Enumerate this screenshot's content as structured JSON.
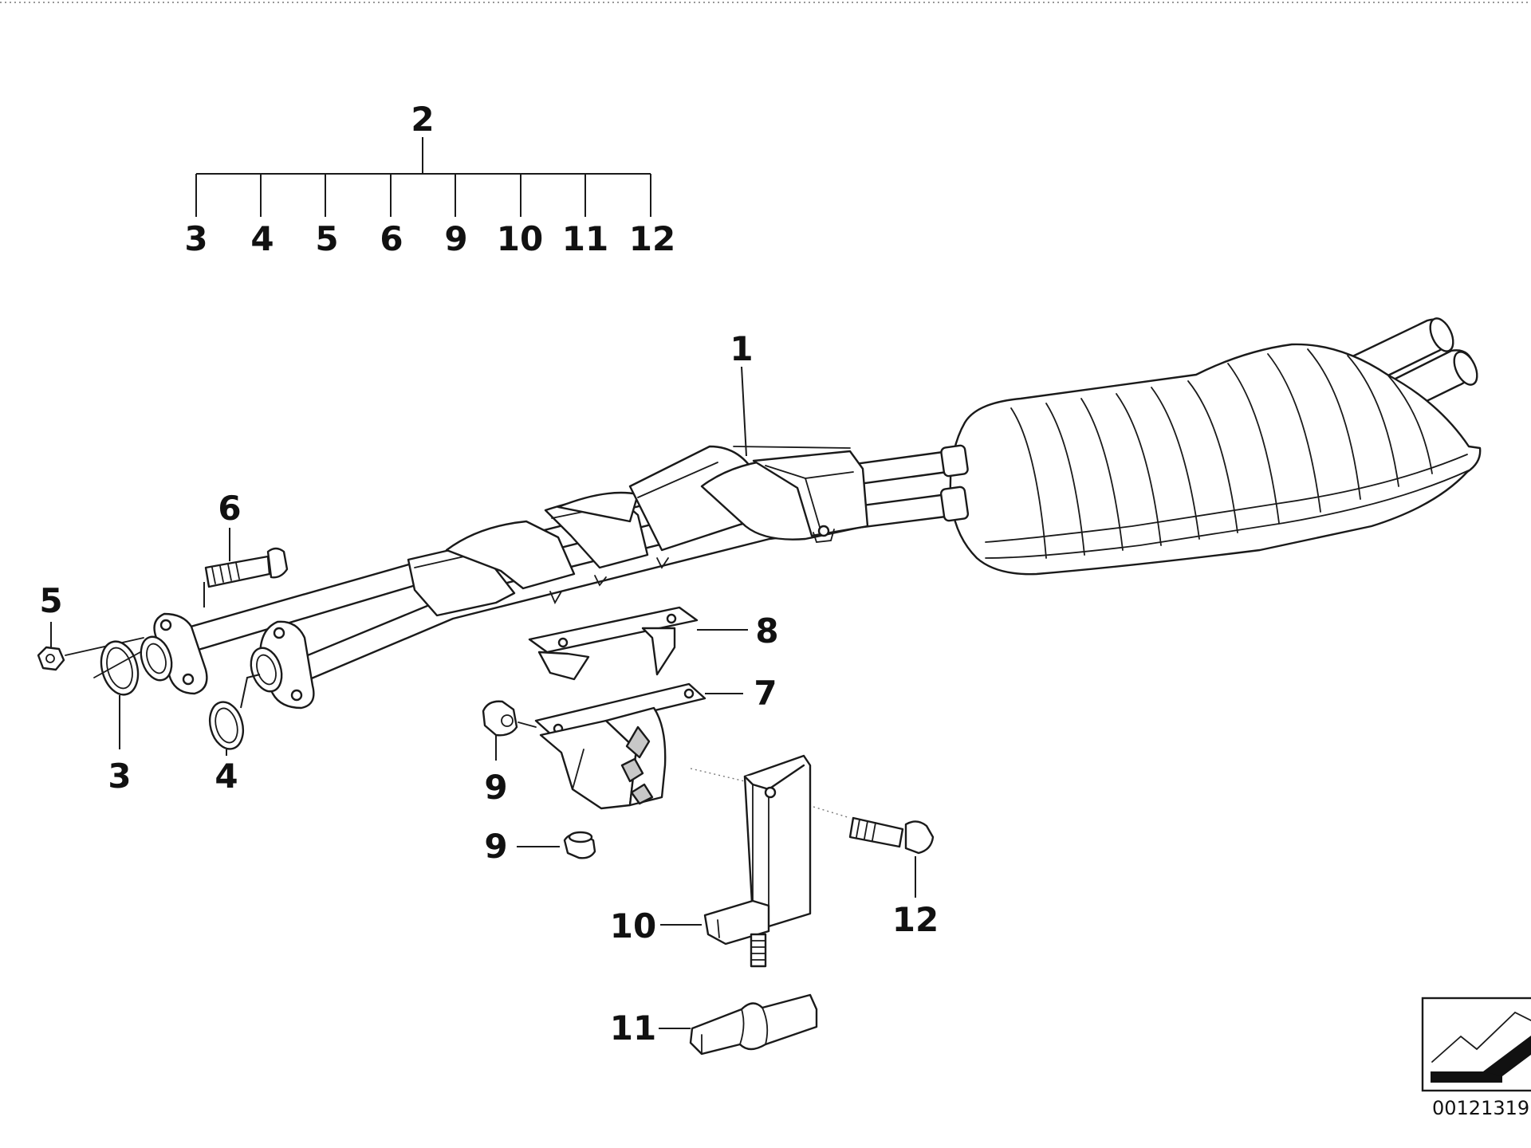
{
  "labels": {
    "l1": "1",
    "l2": "2",
    "tree": [
      "3",
      "4",
      "5",
      "6",
      "9",
      "10",
      "11",
      "12"
    ],
    "l3": "3",
    "l4": "4",
    "l5": "5",
    "l6": "6",
    "l7": "7",
    "l8": "8",
    "l9a": "9",
    "l9b": "9",
    "l10": "10",
    "l11": "11",
    "l12": "12"
  },
  "reference_code": "00121319"
}
